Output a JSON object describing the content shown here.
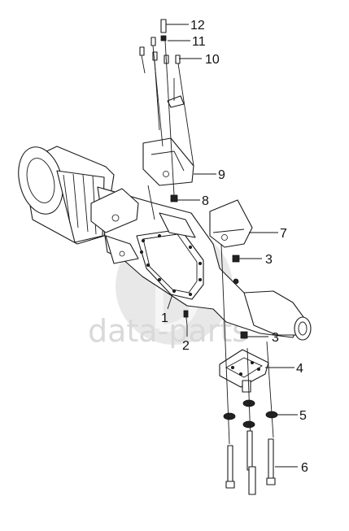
{
  "watermark": {
    "text": "data-parts",
    "logo": "dp-circle-logo"
  },
  "callouts": [
    {
      "id": "12",
      "label": "12"
    },
    {
      "id": "11",
      "label": "11"
    },
    {
      "id": "10",
      "label": "10"
    },
    {
      "id": "9",
      "label": "9"
    },
    {
      "id": "8",
      "label": "8"
    },
    {
      "id": "7",
      "label": "7"
    },
    {
      "id": "3a",
      "label": "3"
    },
    {
      "id": "1",
      "label": "1"
    },
    {
      "id": "3b",
      "label": "3"
    },
    {
      "id": "2",
      "label": "2"
    },
    {
      "id": "4",
      "label": "4"
    },
    {
      "id": "5",
      "label": "5"
    },
    {
      "id": "6",
      "label": "6"
    }
  ],
  "colors": {
    "line": "#1a1a1a",
    "watermark": "#d9d9d9",
    "background": "#ffffff"
  }
}
